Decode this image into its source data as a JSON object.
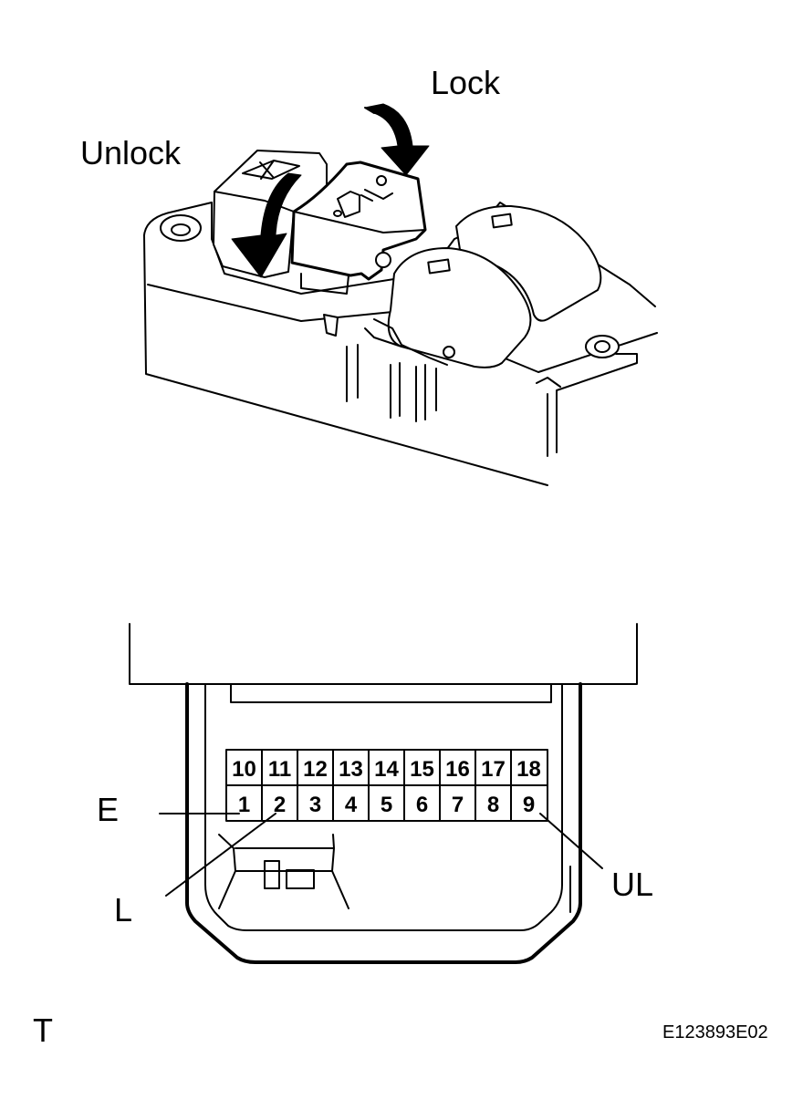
{
  "labels": {
    "lock": "Lock",
    "unlock": "Unlock",
    "e": "E",
    "l": "L",
    "ul": "UL",
    "corner": "T",
    "figure_code": "E123893E02"
  },
  "connector": {
    "top_row": [
      "10",
      "11",
      "12",
      "13",
      "14",
      "15",
      "16",
      "17",
      "18"
    ],
    "bottom_row": [
      "1",
      "2",
      "3",
      "4",
      "5",
      "6",
      "7",
      "8",
      "9"
    ]
  }
}
